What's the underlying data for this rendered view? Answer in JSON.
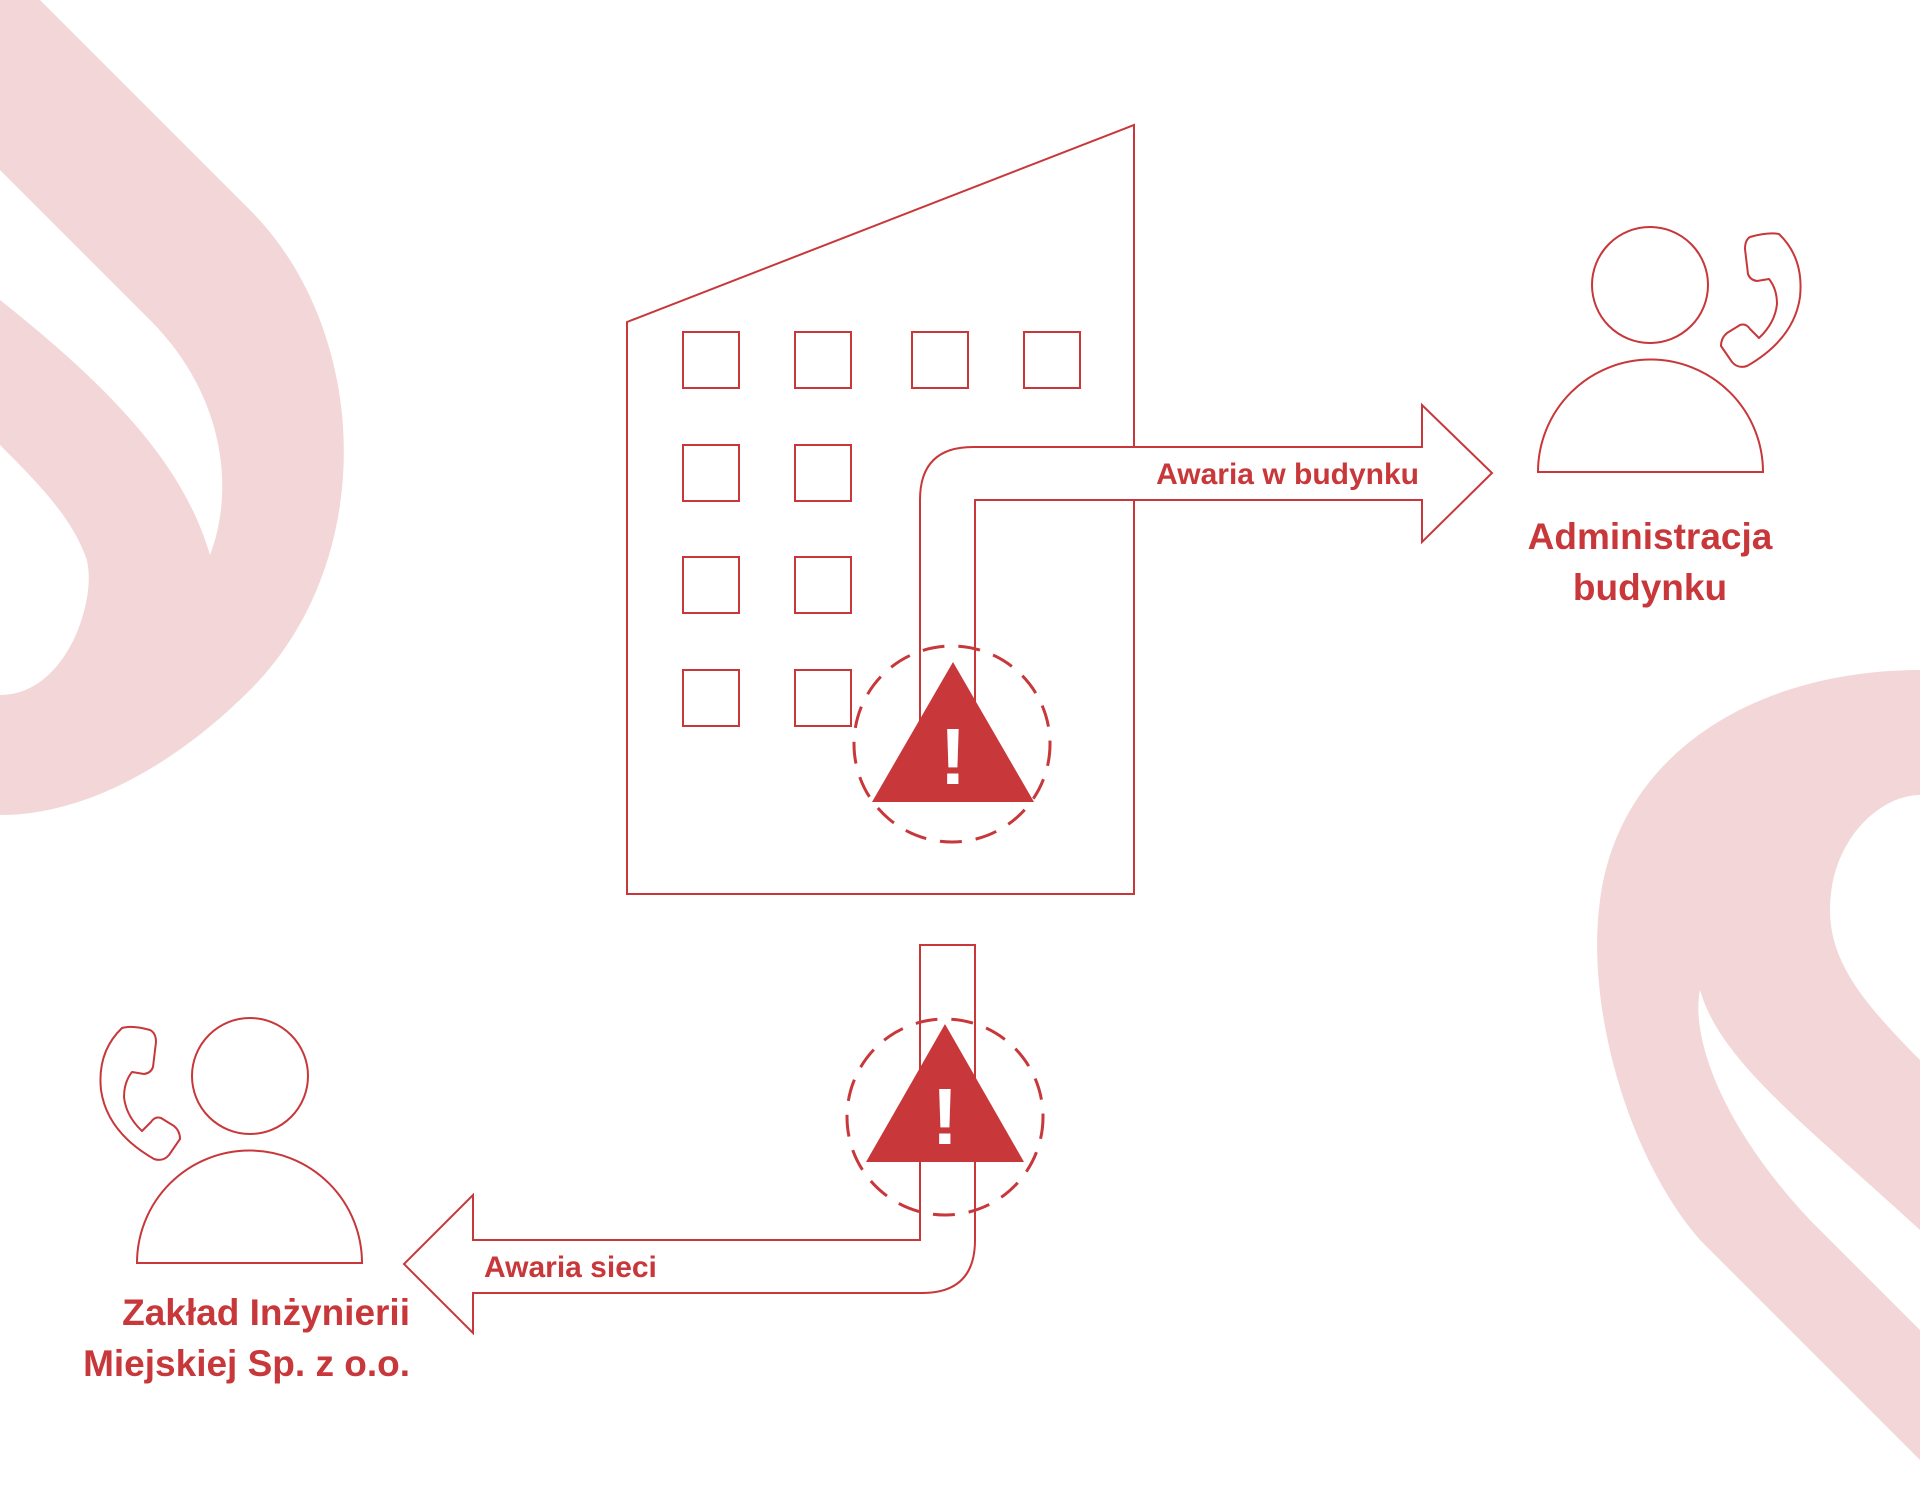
{
  "colors": {
    "primary": "#c8373a",
    "decor": "#f3d6d7",
    "background": "#ffffff"
  },
  "building_label": "",
  "arrows": {
    "building_failure": "Awaria w budynku",
    "network_failure": "Awaria sieci"
  },
  "parties": {
    "admin": {
      "line1": "Administracja",
      "line2": "budynku"
    },
    "utility": {
      "line1": "Zakład Inżynierii",
      "line2": "Miejskiej Sp. z o.o."
    }
  },
  "warning_glyph": "!"
}
